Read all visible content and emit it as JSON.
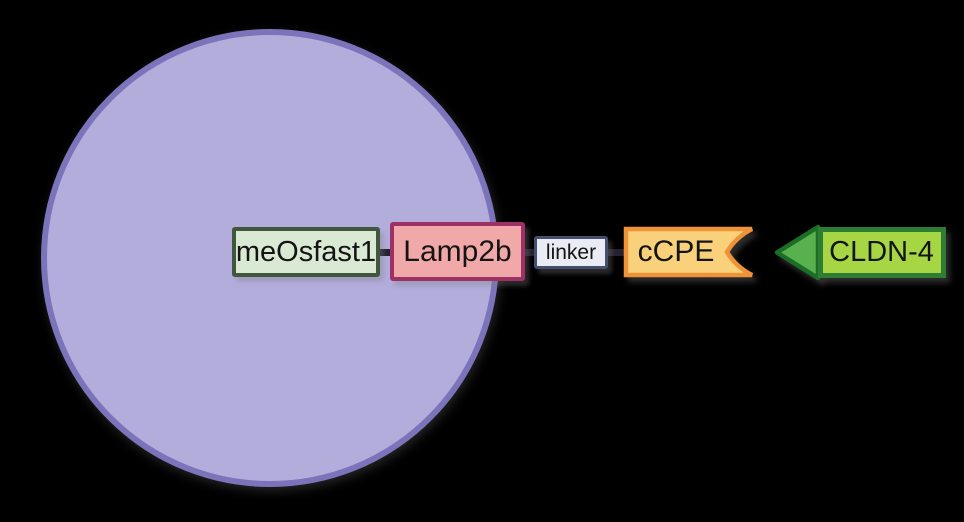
{
  "diagram": {
    "background_color": "#000000",
    "vesicle": {
      "shape": "circle",
      "fill": "#b3addc",
      "stroke": "#7b74ba"
    },
    "elements": [
      {
        "id": "meosfast1",
        "label": "meOsfast1",
        "shape": "rect",
        "fill": "#d9e9d3",
        "border": "#40563e"
      },
      {
        "id": "lamp2b",
        "label": "Lamp2b",
        "shape": "rect",
        "fill": "#f0a8a9",
        "border": "#9d3064"
      },
      {
        "id": "linker",
        "label": "linker",
        "shape": "rect",
        "fill": "#e9ebf5",
        "border": "#454f6d"
      },
      {
        "id": "ccpe",
        "label": "cCPE",
        "shape": "notched-banner",
        "fill": "#f9d17b",
        "border": "#ee9338"
      },
      {
        "id": "cldn4",
        "label": "CLDN-4",
        "shape": "left-arrow",
        "body_fill": "#a6d643",
        "head_fill": "#58b14d",
        "border": "#2e7d32"
      }
    ],
    "connector_color": "#242230",
    "text_color": "#141414"
  }
}
